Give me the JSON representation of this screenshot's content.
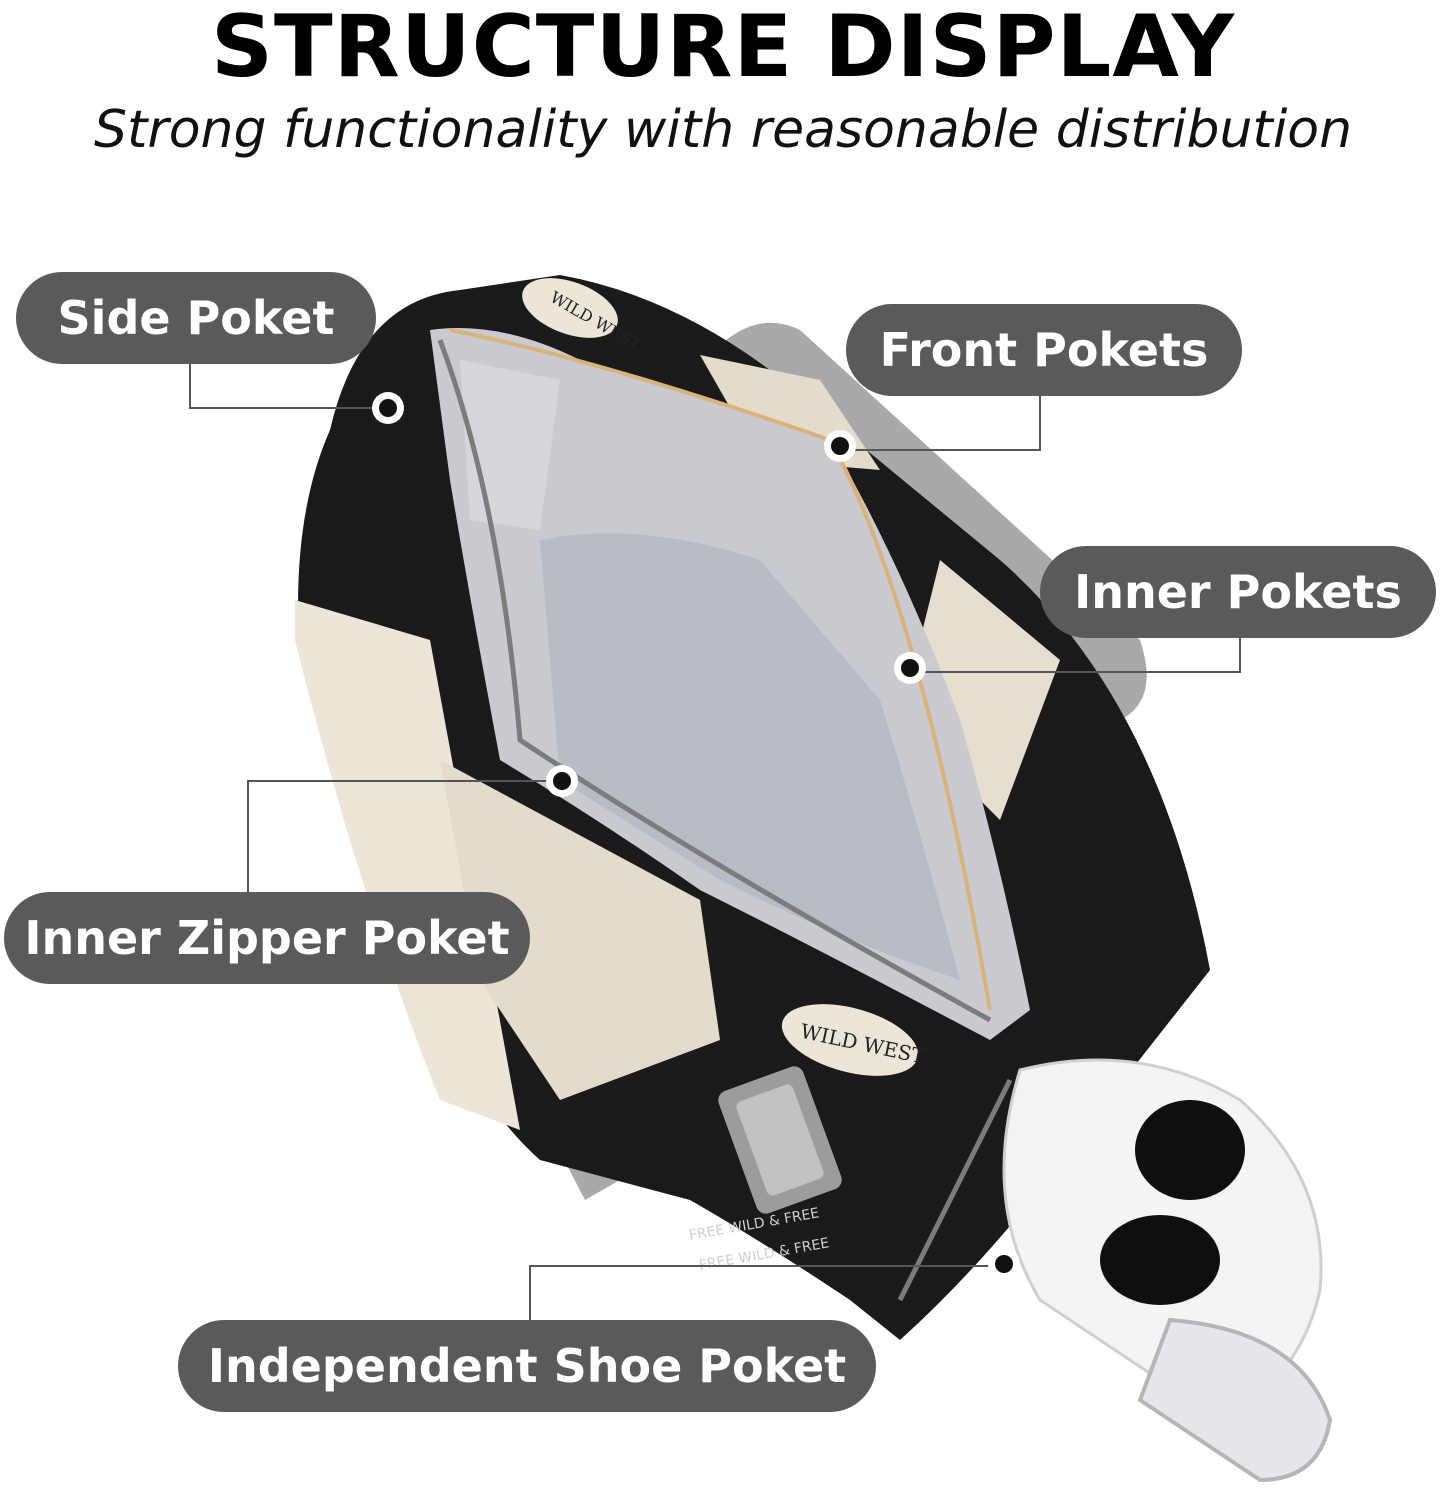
{
  "header": {
    "title": "STRUCTURE DISPLAY",
    "subtitle": "Strong functionality with reasonable distribution"
  },
  "callouts": {
    "side_pocket": "Side Poket",
    "front_pockets": "Front Pokets",
    "inner_pockets": "Inner Pokets",
    "inner_zipper_pocket": "Inner Zipper Poket",
    "shoe_pocket": "Independent Shoe Poket"
  },
  "bag_print": {
    "top_tag": "WILD WEST",
    "bottom_tag": "WILD WEST",
    "strap_text_1": "FREE WILD & FREE",
    "strap_text_2": "FREE WILD & FREE"
  },
  "colors": {
    "callout_bg": "#5a5a5a",
    "bag_black": "#1a1a1a",
    "bag_cream": "#ece6d8",
    "lining_gray": "#c7c9cf",
    "strap_gray": "#a7a9ab"
  }
}
